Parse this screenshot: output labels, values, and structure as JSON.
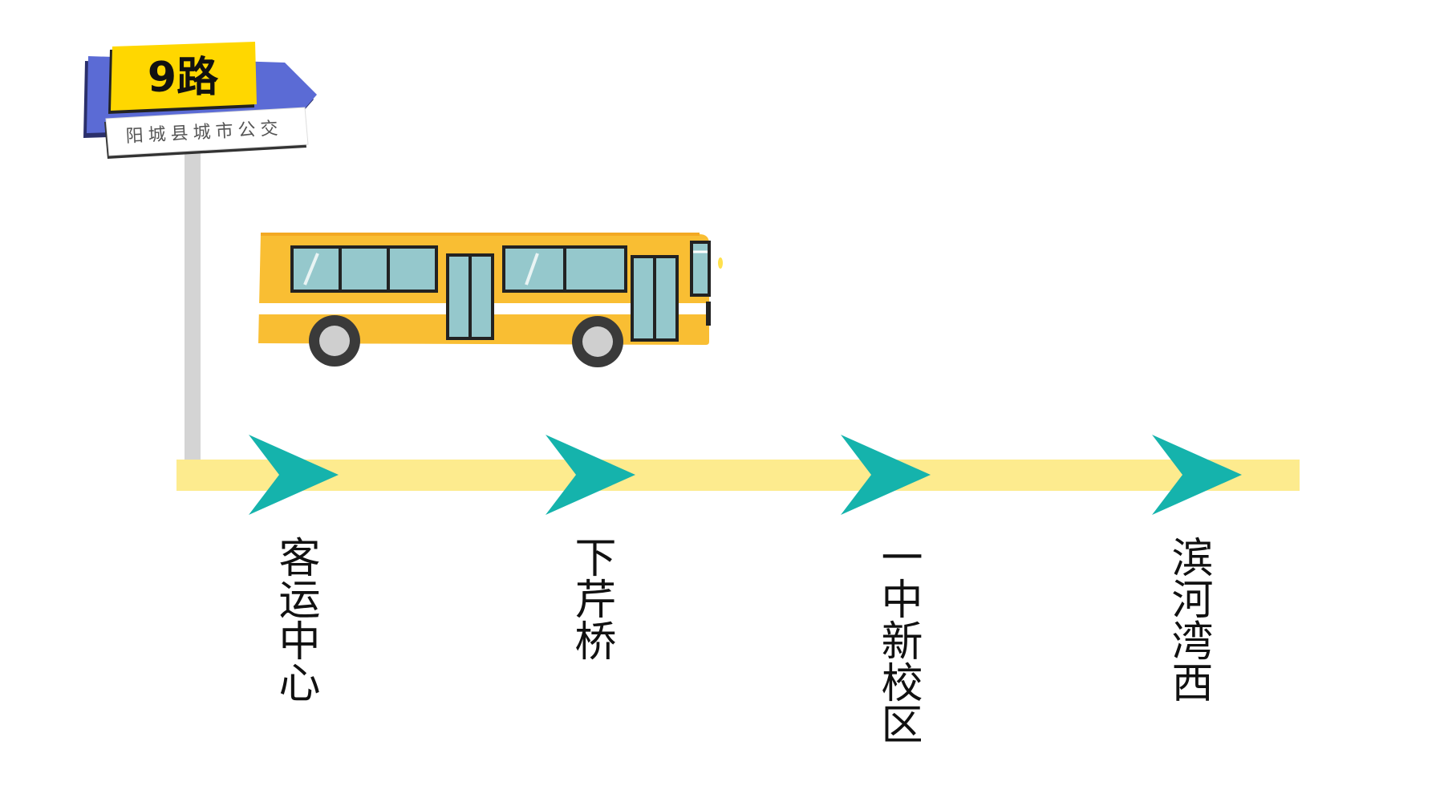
{
  "sign": {
    "route": "9路",
    "operator": "阳城县城市公交"
  },
  "stops": [
    {
      "name": "客运中心"
    },
    {
      "name": "下芹桥"
    },
    {
      "name": "一中新校区"
    },
    {
      "name": "滨河湾西"
    }
  ],
  "colors": {
    "sign_yellow": "#FFD700",
    "sign_blue": "#5B6BD5",
    "track_yellow": "#FDEB8E",
    "arrow_teal": "#15B3AC",
    "bus_body": "#F9BE33",
    "bus_window": "#95C8CC",
    "pole_gray": "#D4D4D4"
  }
}
